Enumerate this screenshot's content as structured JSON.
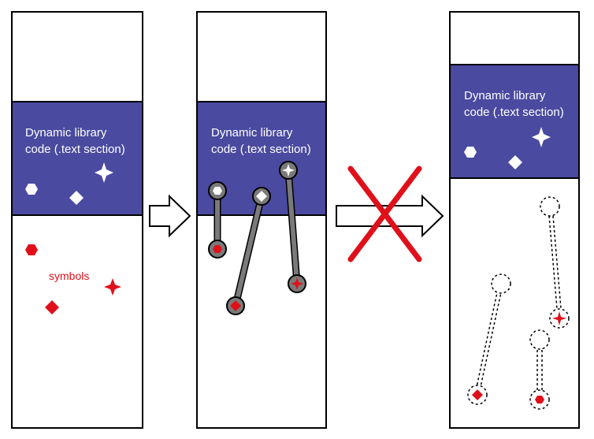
{
  "panels": [
    {
      "label_line1": "Dynamic library",
      "label_line2": "code (.text section)"
    },
    {
      "label_line1": "Dynamic library",
      "label_line2": "code (.text section)"
    },
    {
      "label_line1": "Dynamic library",
      "label_line2": "code (.text section)"
    }
  ],
  "symbols_label": "symbols",
  "colors": {
    "library_band": "#4a4aa0",
    "symbol_red": "#e0101a",
    "cross_red": "#e0101a",
    "link_gray": "#7a7a7a",
    "outline": "#000000"
  },
  "icons": {
    "symbol_shapes": [
      "hexagon",
      "diamond",
      "four-point-star"
    ],
    "transition_arrow": "right-arrow",
    "failed_relocation": "red-x"
  }
}
